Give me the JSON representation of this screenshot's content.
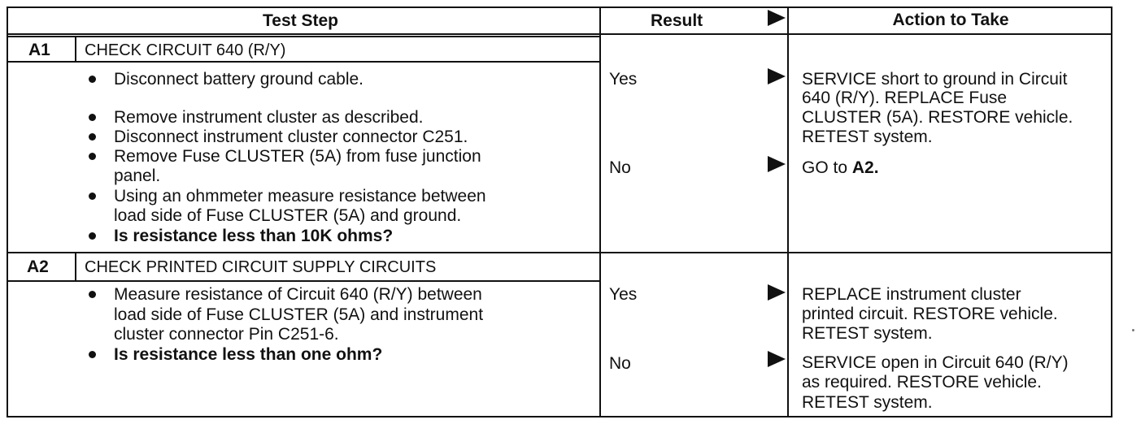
{
  "header": {
    "test_step": "Test Step",
    "result": "Result",
    "action": "Action to Take"
  },
  "steps": [
    {
      "id": "A1",
      "title": "CHECK CIRCUIT 640 (R/Y)",
      "bullets": [
        {
          "lines": [
            "Disconnect battery ground cable."
          ],
          "bold": false
        },
        {
          "lines": [
            "Remove instrument cluster as described."
          ],
          "bold": false
        },
        {
          "lines": [
            "Disconnect instrument cluster connector C251."
          ],
          "bold": false
        },
        {
          "lines": [
            "Remove Fuse CLUSTER (5A) from fuse junction",
            "panel."
          ],
          "bold": false
        },
        {
          "lines": [
            "Using an ohmmeter measure resistance between",
            "load side of Fuse CLUSTER (5A) and ground."
          ],
          "bold": false
        },
        {
          "lines": [
            "Is resistance less than 10K ohms?"
          ],
          "bold": true
        }
      ],
      "results": [
        {
          "label": "Yes",
          "action_lines": [
            "SERVICE short to ground in Circuit",
            "640 (R/Y). REPLACE Fuse",
            "CLUSTER (5A). RESTORE vehicle.",
            "RETEST system."
          ]
        },
        {
          "label": "No",
          "action_prefix": "GO to ",
          "action_bold": "A2."
        }
      ]
    },
    {
      "id": "A2",
      "title": "CHECK PRINTED CIRCUIT SUPPLY CIRCUITS",
      "bullets": [
        {
          "lines": [
            "Measure resistance of Circuit 640 (R/Y) between",
            "load side of Fuse CLUSTER (5A) and instrument",
            "cluster connector Pin C251-6."
          ],
          "bold": false
        },
        {
          "lines": [
            "Is resistance less than one ohm?"
          ],
          "bold": true
        }
      ],
      "results": [
        {
          "label": "Yes",
          "action_lines": [
            "REPLACE instrument cluster",
            "printed circuit. RESTORE vehicle.",
            "RETEST system."
          ]
        },
        {
          "label": "No",
          "action_lines": [
            "SERVICE open in Circuit 640 (R/Y)",
            "as required. RESTORE vehicle.",
            "RETEST system."
          ]
        }
      ]
    }
  ]
}
